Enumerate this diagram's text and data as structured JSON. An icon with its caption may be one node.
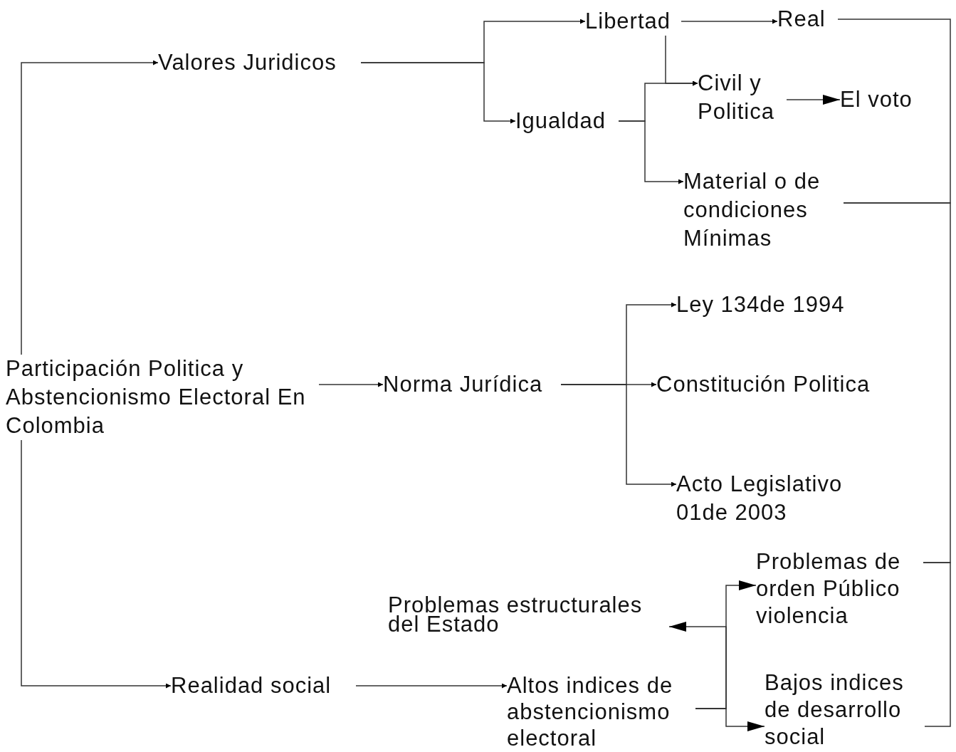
{
  "diagram": {
    "nodes": [
      {
        "text": [
          "Participación Politica y Abstencionismo Electoral En Colombia"
        ]
      },
      {
        "text": [
          "Valores Juridicos"
        ]
      },
      {
        "text": [
          "Libertad"
        ]
      },
      {
        "text": [
          "Igualdad"
        ]
      },
      {
        "text": [
          "Real"
        ]
      },
      {
        "text": [
          "Civil y Politica"
        ]
      },
      {
        "text": [
          "El voto"
        ]
      },
      {
        "text": [
          "Material o de condiciones Mínimas"
        ]
      },
      {
        "text": [
          "Norma Jurídica"
        ]
      },
      {
        "text": [
          "Ley 134de 1994"
        ]
      },
      {
        "text": [
          "Constitución Politica"
        ]
      },
      {
        "text": [
          "Acto Legislativo 01de 2003"
        ]
      },
      {
        "text": [
          "Problemas de orden Público violencia"
        ]
      },
      {
        "text": [
          "Problemas estructurales del Estado"
        ]
      },
      {
        "text": [
          "Realidad social"
        ]
      },
      {
        "text": [
          "Altos indices de abstencionismo electoral"
        ]
      },
      {
        "text": [
          "Bajos indices de desarrollo social"
        ]
      }
    ],
    "edges": [
      {
        "from": 0,
        "to": 1,
        "arrow": "to"
      },
      {
        "from": 0,
        "to": 8,
        "arrow": "to"
      },
      {
        "from": 0,
        "to": 14,
        "arrow": "to"
      },
      {
        "from": 1,
        "to": 2,
        "arrow": "to"
      },
      {
        "from": 1,
        "to": 3,
        "arrow": "to"
      },
      {
        "from": 2,
        "to": 4,
        "arrow": "to"
      },
      {
        "from": 2,
        "to": 5,
        "arrow": "to"
      },
      {
        "from": 3,
        "to": 5,
        "arrow": "to"
      },
      {
        "from": 3,
        "to": 7,
        "arrow": "to"
      },
      {
        "from": 5,
        "to": 6,
        "arrow": "to"
      },
      {
        "from": 8,
        "to": 9,
        "arrow": "to"
      },
      {
        "from": 8,
        "to": 10,
        "arrow": "to"
      },
      {
        "from": 8,
        "to": 11,
        "arrow": "to"
      },
      {
        "from": 4,
        "to": 7,
        "arrow": "none"
      },
      {
        "from": 7,
        "to": 12,
        "arrow": "none"
      },
      {
        "from": 12,
        "to": 16,
        "arrow": "none"
      },
      {
        "from": 14,
        "to": 15,
        "arrow": "to"
      },
      {
        "from": 15,
        "to": 12,
        "arrow": "to"
      },
      {
        "from": 15,
        "to": 13,
        "arrow": "to"
      },
      {
        "from": 15,
        "to": 16,
        "arrow": "to"
      }
    ]
  }
}
